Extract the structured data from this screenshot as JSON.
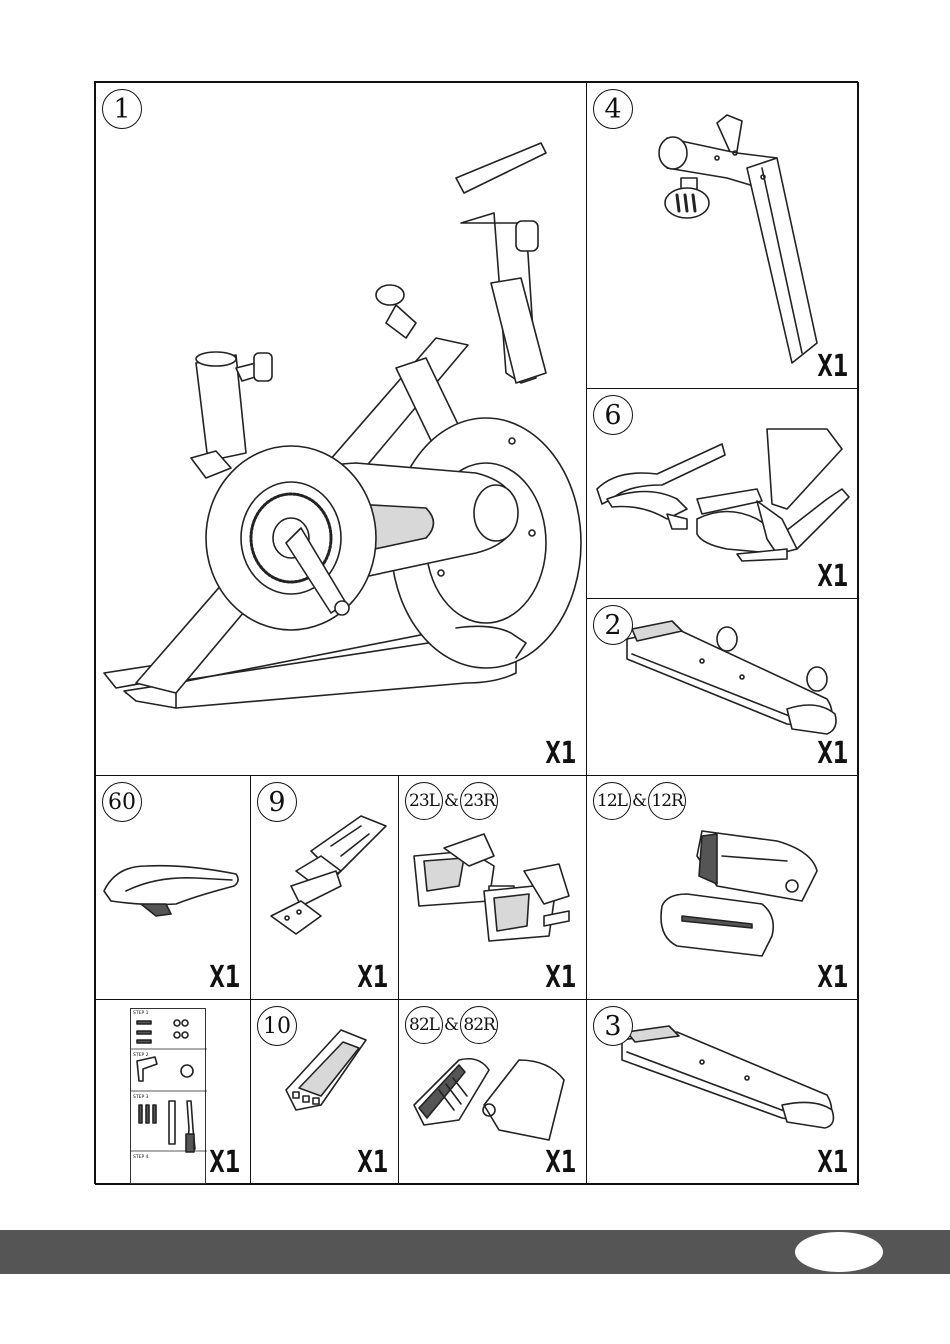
{
  "parts": [
    {
      "id": "part-1",
      "label": "1",
      "qty": "X1",
      "icon": "exercise-bike-frame-icon"
    },
    {
      "id": "part-4",
      "label": "4",
      "qty": "X1",
      "icon": "seat-post-slider-icon"
    },
    {
      "id": "part-6",
      "label": "6",
      "qty": "X1",
      "icon": "handlebar-icon"
    },
    {
      "id": "part-2",
      "label": "2",
      "qty": "X1",
      "icon": "front-stabilizer-icon"
    },
    {
      "id": "part-60",
      "label": "60",
      "qty": "X1",
      "icon": "saddle-icon"
    },
    {
      "id": "part-9",
      "label": "9",
      "qty": "X1",
      "icon": "tablet-holder-icon"
    },
    {
      "id": "part-23",
      "label_l": "23L",
      "amp": "&",
      "label_r": "23R",
      "qty": "X1",
      "icon": "pedals-icon"
    },
    {
      "id": "part-12",
      "label_l": "12L",
      "amp": "&",
      "label_r": "12R",
      "qty": "X1",
      "icon": "cover-pads-icon"
    },
    {
      "id": "part-tools",
      "qty": "X1",
      "icon": "hardware-tools-card-icon",
      "card_steps": [
        "STEP 1",
        "STEP 2",
        "STEP 3",
        "STEP 4"
      ]
    },
    {
      "id": "part-10",
      "label": "10",
      "qty": "X1",
      "icon": "computer-console-icon"
    },
    {
      "id": "part-82",
      "label_l": "82L",
      "amp": "&",
      "label_r": "82R",
      "qty": "X1",
      "icon": "side-covers-icon"
    },
    {
      "id": "part-3",
      "label": "3",
      "qty": "X1",
      "icon": "rear-stabilizer-icon"
    }
  ],
  "colors": {
    "footer": "#555555",
    "line": "#222222"
  }
}
